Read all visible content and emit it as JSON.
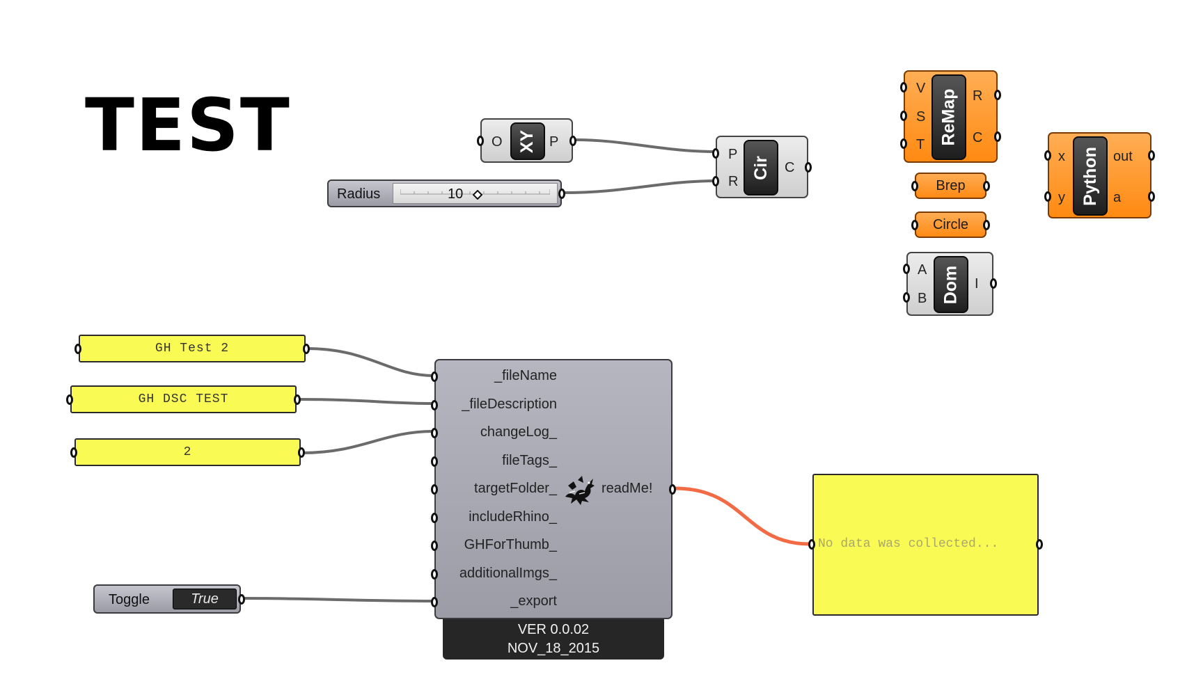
{
  "canvas": {
    "title": "TEST",
    "wire_colors": {
      "default": "#6b6b6b",
      "empty_data": "#f26b45"
    }
  },
  "components": {
    "construct_point": {
      "name": "XY",
      "inputs": [
        "O"
      ],
      "outputs": [
        "P"
      ]
    },
    "radius_slider": {
      "label": "Radius",
      "value": "10"
    },
    "circle": {
      "name": "Cir",
      "inputs": [
        "P",
        "R"
      ],
      "outputs": [
        "C"
      ]
    },
    "remap": {
      "name": "ReMap",
      "inputs": [
        "V",
        "S",
        "T"
      ],
      "outputs": [
        "R",
        "C"
      ]
    },
    "brep_param": {
      "label": "Brep"
    },
    "circle_param": {
      "label": "Circle"
    },
    "domain": {
      "name": "Dom",
      "inputs": [
        "A",
        "B"
      ],
      "outputs": [
        "I"
      ]
    },
    "python": {
      "name": "Python",
      "inputs": [
        "x",
        "y"
      ],
      "outputs": [
        "out",
        "a"
      ]
    }
  },
  "panels": [
    {
      "text": "GH Test 2"
    },
    {
      "text": "GH DSC TEST"
    },
    {
      "text": "2"
    }
  ],
  "toggle": {
    "label": "Toggle",
    "value": "True"
  },
  "main_component": {
    "inputs": [
      "_fileName",
      "_fileDescription",
      "changeLog_",
      "fileTags_",
      "targetFolder_",
      "includeRhino_",
      "GHForThumb_",
      "additionalImgs_",
      "_export"
    ],
    "output": "readMe!",
    "version": "VER 0.0.02",
    "date": "NOV_18_2015"
  },
  "output_panel": {
    "text": "No data was collected..."
  },
  "icons": {
    "main_component_icon": "dragon-icon",
    "slider_handle": "diamond-icon"
  }
}
